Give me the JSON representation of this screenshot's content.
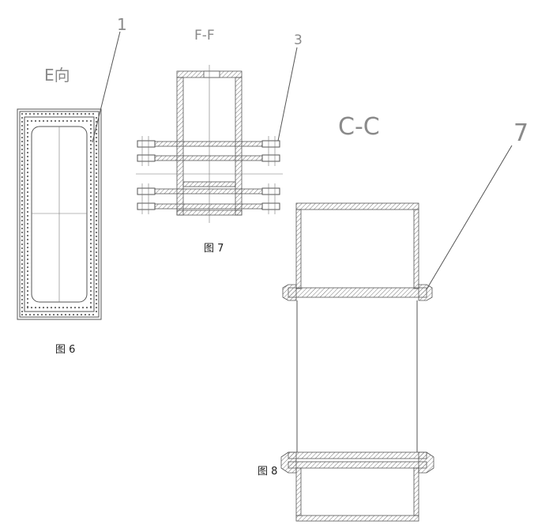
{
  "figures": {
    "fig6": {
      "view_label": "E向",
      "leader_number": "1",
      "caption": "图 6"
    },
    "fig7": {
      "view_label": "F-F",
      "leader_number": "3",
      "caption": "图 7"
    },
    "fig8": {
      "view_label": "C-C",
      "leader_number": "7",
      "caption": "图 8"
    }
  }
}
